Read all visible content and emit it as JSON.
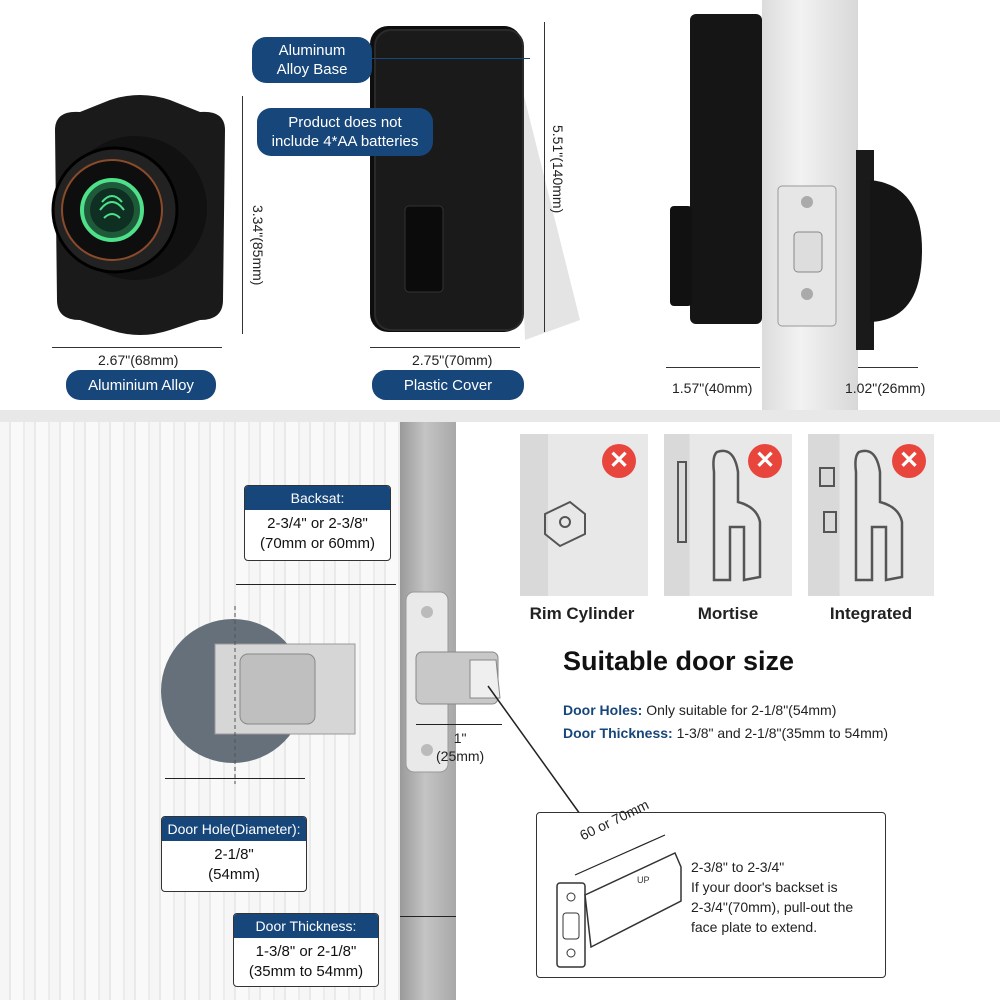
{
  "top": {
    "callouts": {
      "aluminum_base": "Aluminum\nAlloy Base",
      "no_batteries": "Product does not\ninclude 4*AA batteries",
      "aluminium_alloy": "Aluminium Alloy",
      "plastic_cover": "Plastic Cover"
    },
    "dims": {
      "front_width": "2.67\"(68mm)",
      "front_height": "3.34\"(85mm)",
      "keypad_width": "2.75\"(70mm)",
      "keypad_height": "5.51\"(140mm)",
      "side_left": "1.57\"(40mm)",
      "side_right": "1.02\"(26mm)"
    }
  },
  "bottom": {
    "backset": {
      "title": "Backsat:",
      "value": "2-3/4\" or 2-3/8\"\n(70mm or 60mm)"
    },
    "door_hole": {
      "title": "Door Hole(Diameter):",
      "value": "2-1/8\"\n(54mm)"
    },
    "door_thickness": {
      "title": "Door Thickness:",
      "value": "1-3/8\" or 2-1/8\"\n(35mm to 54mm)"
    },
    "latch_dim": "1\"\n(25mm)",
    "incompatible": [
      {
        "label": "Rim Cylinder",
        "icon": "x-icon"
      },
      {
        "label": "Mortise",
        "icon": "x-icon"
      },
      {
        "label": "Integrated",
        "icon": "x-icon"
      }
    ],
    "suitable_title": "Suitable door size",
    "specs": {
      "door_holes_label": "Door Holes:",
      "door_holes_value": "Only suitable for 2-1/8\"(54mm)",
      "door_thickness_label": "Door Thickness:",
      "door_thickness_value": "1-3/8\" and 2-1/8\"(35mm to 54mm)"
    },
    "latch_box": {
      "length": "60 or 70mm",
      "up_mark": "UP",
      "text": "2-3/8\" to 2-3/4\"\nIf your door's backset is\n2-3/4\"(70mm), pull-out the\nface plate to extend."
    }
  },
  "colors": {
    "accent": "#17467a",
    "no_icon": "#e8463c",
    "lock_body": "#151515"
  }
}
